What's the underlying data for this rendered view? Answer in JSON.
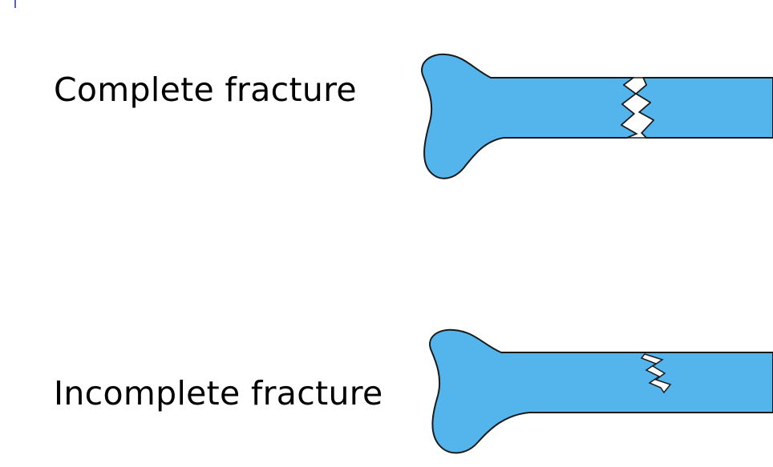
{
  "colors": {
    "bone_fill": "#54b4ec",
    "bone_outline": "#1a1a1a",
    "crack_fill": "#ffffff",
    "corner_mark": "#5a5fd0"
  },
  "diagrams": [
    {
      "id": "complete",
      "label": "Complete fracture",
      "fracture_type": "complete"
    },
    {
      "id": "incomplete",
      "label": "Incomplete fracture",
      "fracture_type": "incomplete"
    }
  ]
}
